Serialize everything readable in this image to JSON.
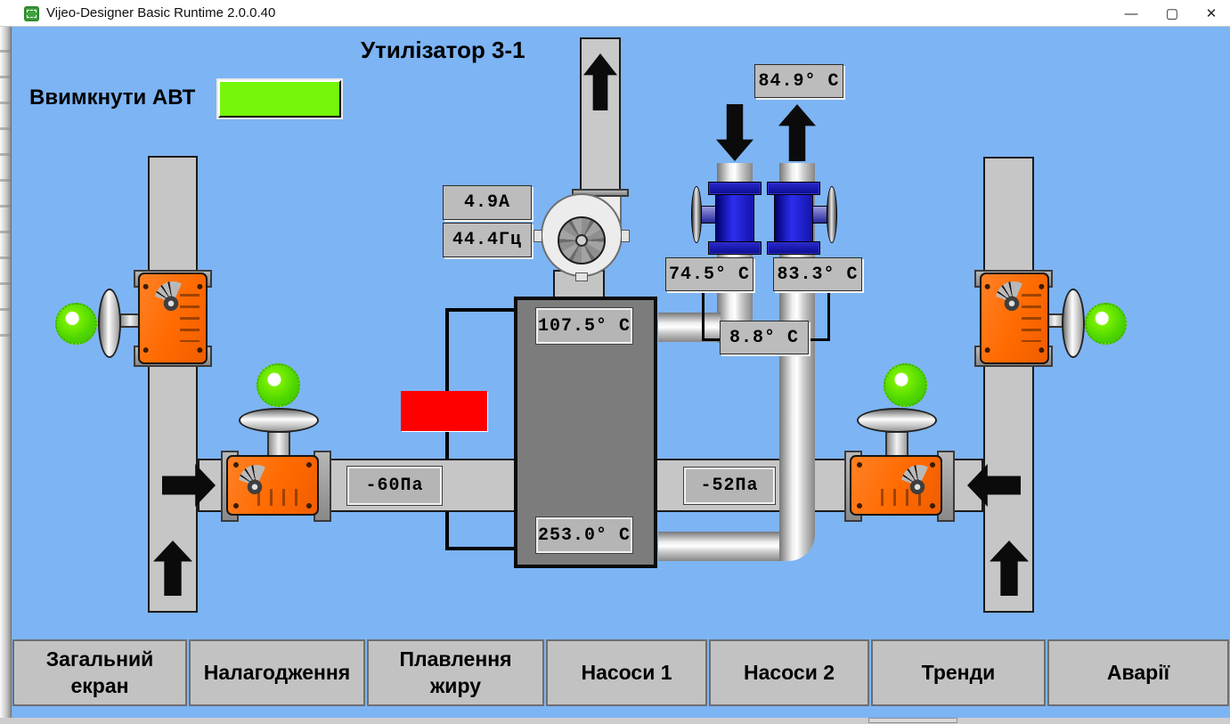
{
  "window": {
    "title": "Vijeo-Designer Basic Runtime 2.0.0.40",
    "minimize": "—",
    "maximize": "▢",
    "close": "✕"
  },
  "screen": {
    "title": "Утилізатор 3-1",
    "avt_label": "Ввимкнути АВТ"
  },
  "readings": {
    "fan_current": "4.9A",
    "fan_frequency": "44.4Гц",
    "exhaust_top_temp": "84.9° C",
    "inlet_temp": "74.5° C",
    "outlet_temp": "83.3° C",
    "ambient_temp": "8.8° C",
    "unit_top_temp": "107.5° C",
    "unit_bottom_temp": "253.0° C",
    "pressure_left": "-60Па",
    "pressure_right": "-52Па"
  },
  "indicators": {
    "avt_state_color": "#76F70A",
    "alarm_color": "#FF0000",
    "lamp_color": "#55E000",
    "background_color": "#7DB4F4"
  },
  "nav": {
    "buttons": [
      {
        "label": "Загальний екран"
      },
      {
        "label": "Налагодження"
      },
      {
        "label": "Плавлення жиру"
      },
      {
        "label": "Насоси 1"
      },
      {
        "label": "Насоси 2"
      },
      {
        "label": "Тренди"
      },
      {
        "label": "Аварії"
      }
    ]
  }
}
